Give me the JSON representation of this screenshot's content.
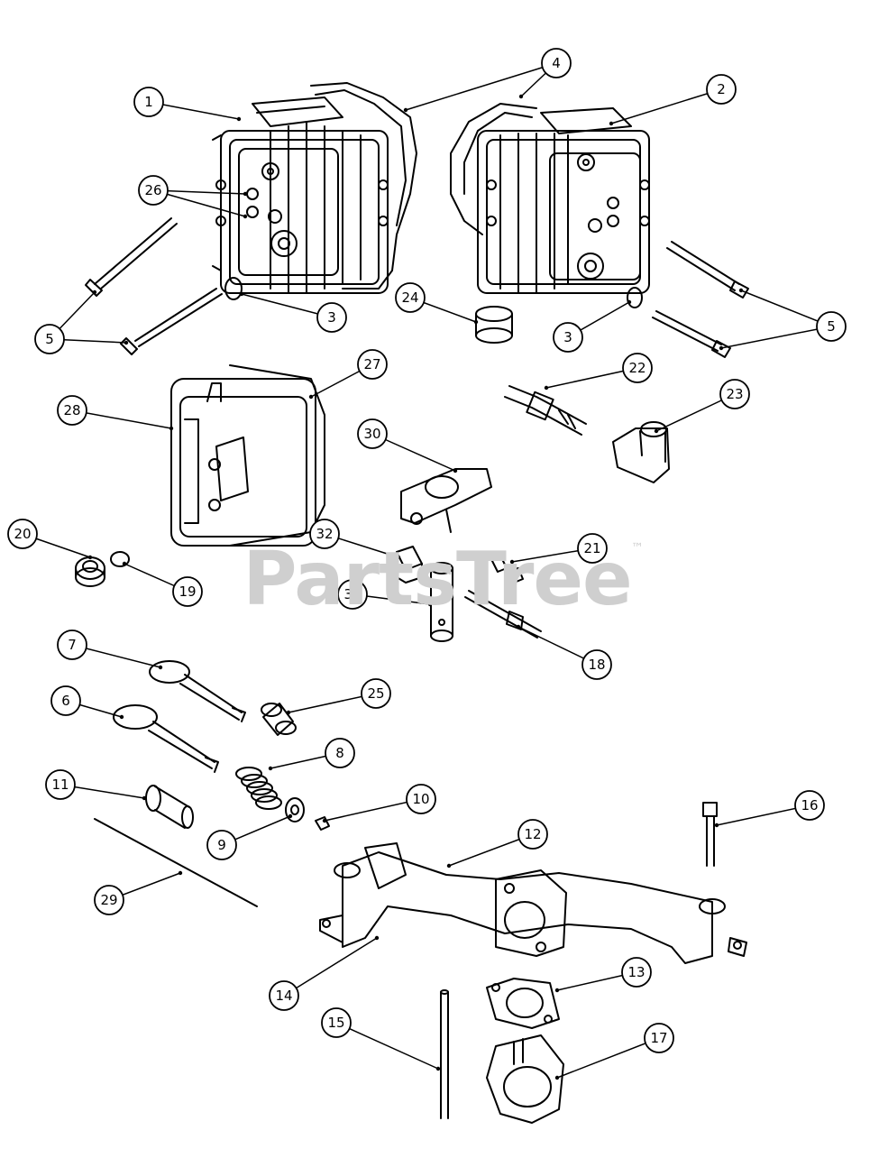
{
  "watermark": {
    "text": "PartsTree",
    "tm": "™"
  },
  "callouts": [
    "1",
    "2",
    "3",
    "3",
    "4",
    "5",
    "5",
    "6",
    "7",
    "8",
    "9",
    "10",
    "11",
    "12",
    "13",
    "14",
    "15",
    "16",
    "17",
    "18",
    "19",
    "20",
    "21",
    "22",
    "23",
    "24",
    "25",
    "26",
    "27",
    "28",
    "29",
    "30",
    "31",
    "32"
  ]
}
